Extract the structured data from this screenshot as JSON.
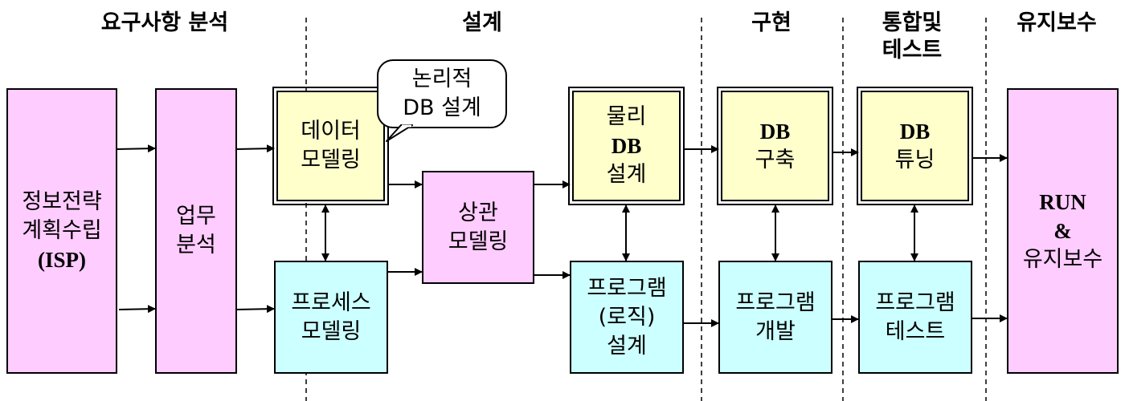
{
  "phases": {
    "requirements": "요구사항 분석",
    "design": "설계",
    "implementation": "구현",
    "integration_line1": "통합및",
    "integration_line2": "테스트",
    "maintenance": "유지보수"
  },
  "boxes": {
    "isp": {
      "line1": "정보전략",
      "line2": "계획수립",
      "line3": "(ISP)"
    },
    "business_analysis": {
      "line1": "업무",
      "line2": "분석"
    },
    "data_modeling": {
      "line1": "데이터",
      "line2": "모델링"
    },
    "process_modeling": {
      "line1": "프로세스",
      "line2": "모델링"
    },
    "correlation_modeling": {
      "line1": "상관",
      "line2": "모델링"
    },
    "physical_db_design": {
      "line1": "물리",
      "line2": "DB",
      "line3": "설계"
    },
    "program_logic_design": {
      "line1": "프로그램",
      "line2": "(로직)",
      "line3": "설계"
    },
    "db_build": {
      "line1": "DB",
      "line2": "구축"
    },
    "program_development": {
      "line1": "프로그램",
      "line2": "개발"
    },
    "db_tuning": {
      "line1": "DB",
      "line2": "튜닝"
    },
    "program_test": {
      "line1": "프로그램",
      "line2": "테스트"
    },
    "run_maintenance": {
      "line1": "RUN",
      "line2": "&",
      "line3": "유지보수"
    }
  },
  "callout": {
    "line1": "논리적",
    "line2": "DB 설계"
  },
  "colors": {
    "analysis_box": "#ffccff",
    "process_box": "#ccffff",
    "data_box": "#ffffcc",
    "lines": "#000000"
  }
}
